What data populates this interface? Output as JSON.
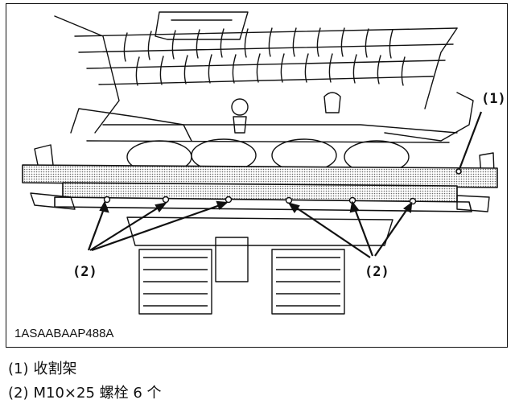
{
  "figure": {
    "code": "1ASAABAAP488A",
    "callouts": [
      {
        "id": "callout-1",
        "label": "(1)"
      },
      {
        "id": "callout-2-left",
        "label": "(2)"
      },
      {
        "id": "callout-2-right",
        "label": "(2)"
      }
    ]
  },
  "legend": [
    {
      "marker": "(1)",
      "text": "收割架"
    },
    {
      "marker": "(2)",
      "text": "M10×25 螺栓 6 个"
    }
  ],
  "colors": {
    "line": "#111111",
    "fill": "#ffffff",
    "dot_fill": "#bbbbbb"
  }
}
